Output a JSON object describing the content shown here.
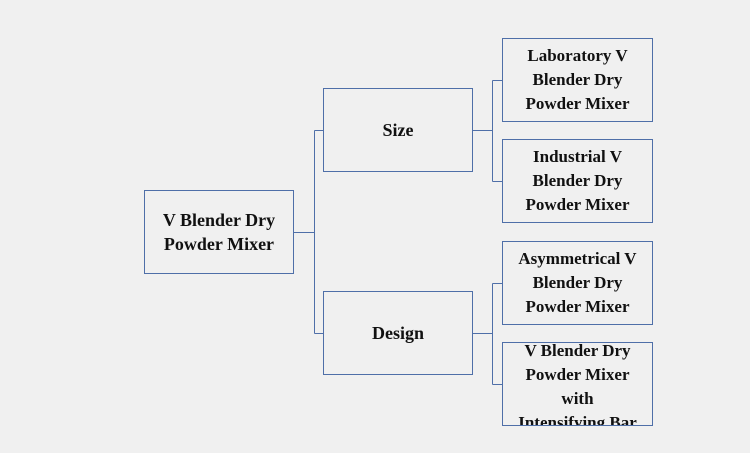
{
  "colors": {
    "background": "#f0f0f0",
    "border": "#4f6fa8",
    "text": "#111111"
  },
  "nodes": {
    "root": "V Blender Dry\nPowder Mixer",
    "size": "Size",
    "design": "Design",
    "laboratory": "Laboratory  V\nBlender Dry\nPowder Mixer",
    "industrial": "Industrial V\nBlender Dry\nPowder Mixer",
    "asymmetrical": "Asymmetrical  V\nBlender Dry\nPowder Mixer",
    "intensifying_bar": "V Blender Dry\nPowder Mixer\nwith\nIntensifying Bar"
  }
}
